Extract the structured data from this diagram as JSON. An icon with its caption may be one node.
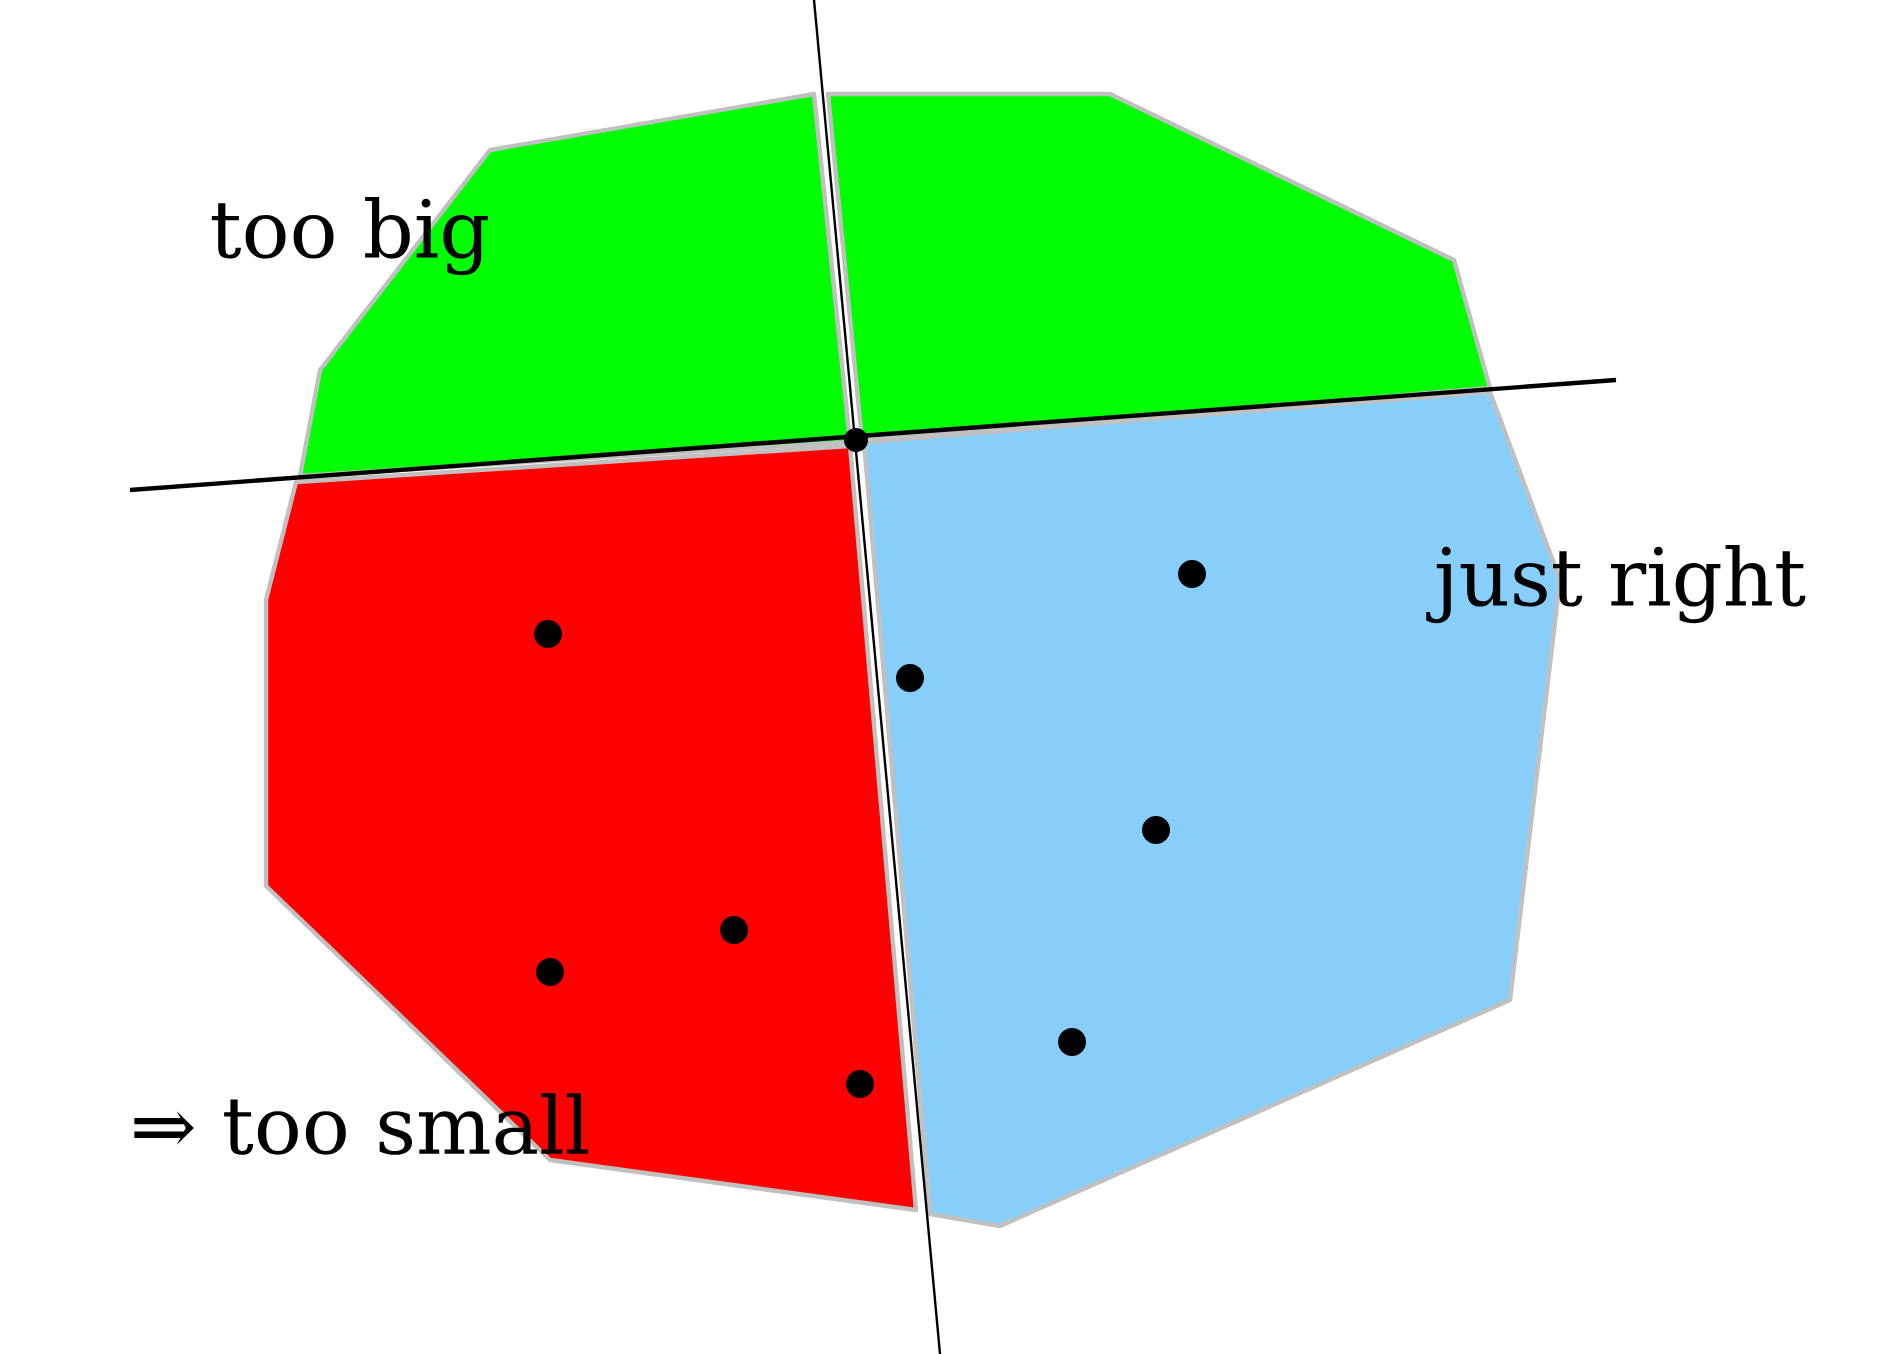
{
  "diagram": {
    "labels": [
      "too big",
      "just right",
      "⇒ too small"
    ]
  }
}
